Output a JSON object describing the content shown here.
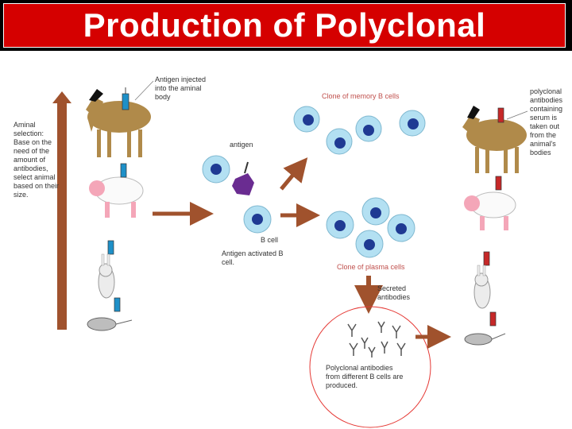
{
  "title": "Production of Polyclonal",
  "labels": {
    "antigen_injected": "Antigen injected into the aminal body",
    "animal_selection": "Aminal selection: Base on the need of the amount of antibodies, select animal based on their size.",
    "antigen": "antigen",
    "b_cell": "B cell",
    "antigen_activated": "Antigen activated B cell.",
    "memory_clone": "Clone of memory B cells",
    "plasma_clone": "Clone of plasma cells",
    "secreted": "Secreted antibodies",
    "polyclonal_produced": "Polyclonal antibodies from different B cells are produced.",
    "serum_taken": "polyclonal antibodies containing serum is taken out from the animal's bodies"
  },
  "colors": {
    "banner_red": "#d50000",
    "arrow_brown": "#a0522d",
    "cell_fill": "#b3e0f2",
    "cell_nucleus": "#1f3a93",
    "antigen_purple": "#6a2c91",
    "goat_brown": "#b08a4a",
    "circle_red": "#e53935",
    "label_red": "#c0504d"
  },
  "icons": [
    "goat-icon",
    "sheep-icon",
    "rabbit-icon",
    "mouse-icon",
    "syringe-icon",
    "antibody-icon"
  ]
}
